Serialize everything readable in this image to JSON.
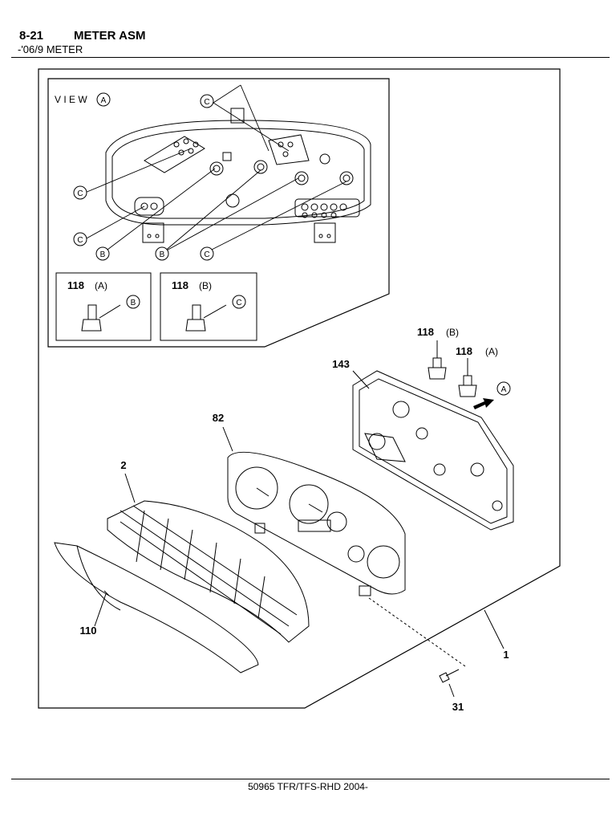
{
  "header": {
    "number": "8-21",
    "title": "METER ASM",
    "subtitle": "-'06/9 METER"
  },
  "footer": {
    "text": "50965 TFR/TFS-RHD 2004-"
  },
  "view_box": {
    "title": "V I E W",
    "title_letter": "A",
    "callouts": [
      "C",
      "C",
      "C",
      "B",
      "B",
      "C"
    ],
    "inset_left": {
      "part": "118",
      "variant": "(A)",
      "callout": "B"
    },
    "inset_right": {
      "part": "118",
      "variant": "(B)",
      "callout": "C"
    }
  },
  "parts": [
    {
      "id": "part-143",
      "number": "143"
    },
    {
      "id": "part-118b",
      "number": "118",
      "variant": "(B)"
    },
    {
      "id": "part-118a",
      "number": "118",
      "variant": "(A)"
    },
    {
      "id": "part-82",
      "number": "82"
    },
    {
      "id": "part-2",
      "number": "2"
    },
    {
      "id": "part-110",
      "number": "110"
    },
    {
      "id": "part-1",
      "number": "1"
    },
    {
      "id": "part-31",
      "number": "31"
    }
  ],
  "view_arrow_letter": "A"
}
